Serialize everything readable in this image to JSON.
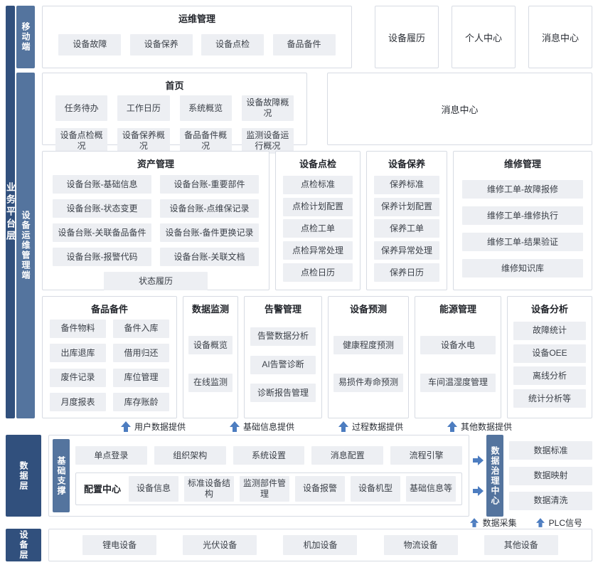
{
  "colors": {
    "dark": "#31507D",
    "medium": "#54749E",
    "chip": "#EDEFF3",
    "border": "#D7DBE3",
    "arrow": "#4D7DC0",
    "text": "#3B4048"
  },
  "layers": {
    "business": "业务平台层",
    "mobile": "移动端",
    "ops_client": "设备运维管理端",
    "data_layer": "数据层",
    "base_support": "基础支撑",
    "device_layer": "设备层"
  },
  "mobile_section": {
    "group_title": "运维管理",
    "items": [
      "设备故障",
      "设备保养",
      "设备点检",
      "备品备件"
    ],
    "standalone": [
      "设备履历",
      "个人中心",
      "消息中心"
    ]
  },
  "home": {
    "title": "首页",
    "items": [
      "任务待办",
      "工作日历",
      "系统概览",
      "设备故障概况",
      "设备点检概况",
      "设备保养概况",
      "备品备件概况",
      "监测设备运行概况"
    ],
    "side": "消息中心"
  },
  "row2": [
    {
      "title": "资产管理",
      "items": [
        "设备台账-基础信息",
        "设备台账-重要部件",
        "设备台账-状态变更",
        "设备台账-点维保记录",
        "设备台账-关联备品备件",
        "设备台账-备件更换记录",
        "设备台账-报警代码",
        "设备台账-关联文档",
        "状态履历"
      ]
    },
    {
      "title": "设备点检",
      "items": [
        "点检标准",
        "点检计划配置",
        "点检工单",
        "点检异常处理",
        "点检日历"
      ]
    },
    {
      "title": "设备保养",
      "items": [
        "保养标准",
        "保养计划配置",
        "保养工单",
        "保养异常处理",
        "保养日历"
      ]
    },
    {
      "title": "维修管理",
      "items": [
        "维修工单-故障报修",
        "维修工单-维修执行",
        "维修工单-结果验证",
        "维修知识库"
      ]
    }
  ],
  "row3": [
    {
      "title": "备品备件",
      "items": [
        "备件物料",
        "备件入库",
        "出库退库",
        "借用归还",
        "废件记录",
        "库位管理",
        "月度报表",
        "库存账龄"
      ]
    },
    {
      "title": "数据监测",
      "items": [
        "设备概览",
        "在线监测"
      ]
    },
    {
      "title": "告警管理",
      "items": [
        "告警数据分析",
        "AI告警诊断",
        "诊断报告管理"
      ]
    },
    {
      "title": "设备预测",
      "items": [
        "健康程度预测",
        "易损件寿命预测"
      ]
    },
    {
      "title": "能源管理",
      "items": [
        "设备水电",
        "车间温湿度管理"
      ]
    },
    {
      "title": "设备分析",
      "items": [
        "故障统计",
        "设备OEE",
        "离线分析",
        "统计分析等"
      ]
    }
  ],
  "flow_up": [
    "用户数据提供",
    "基础信息提供",
    "过程数据提供",
    "其他数据提供"
  ],
  "data_section": {
    "support_label": "基础支撑",
    "top_items": [
      "单点登录",
      "组织架构",
      "系统设置",
      "消息配置",
      "流程引擎"
    ],
    "config_label": "配置中心",
    "config_items": [
      "设备信息",
      "标准设备结构",
      "监测部件管理",
      "设备报警",
      "设备机型",
      "基础信息等"
    ],
    "governance_label": "数据治理中心",
    "governance_items": [
      "数据标准",
      "数据映射",
      "数据清洗"
    ]
  },
  "flow_bottom": [
    "数据采集",
    "PLC信号"
  ],
  "device_items": [
    "锂电设备",
    "光伏设备",
    "机加设备",
    "物流设备",
    "其他设备"
  ]
}
